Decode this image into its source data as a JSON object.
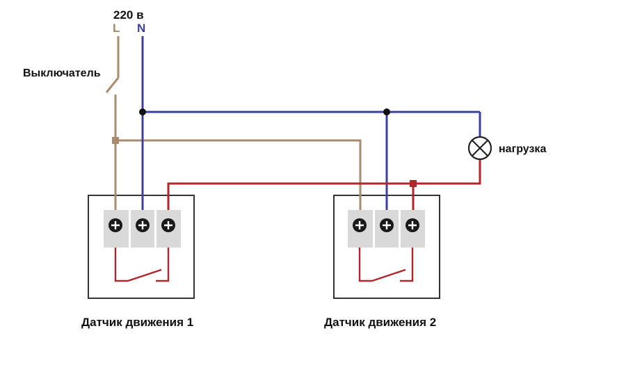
{
  "labels": {
    "voltage": "220 в",
    "phase": "L",
    "neutral": "N",
    "switch": "Выключатель",
    "load": "нагрузка",
    "sensor1": "Датчик движения 1",
    "sensor2": "Датчик движения 2"
  },
  "colors": {
    "phase": "#a88b6d",
    "neutral": "#3b3fa0",
    "load_wire": "#b0262d",
    "terminal": "#d9d9d9",
    "box_border": "#333333"
  },
  "icons": {
    "switch": "open-switch-icon",
    "load": "lamp-icon",
    "terminal": "screw-terminal-icon"
  }
}
